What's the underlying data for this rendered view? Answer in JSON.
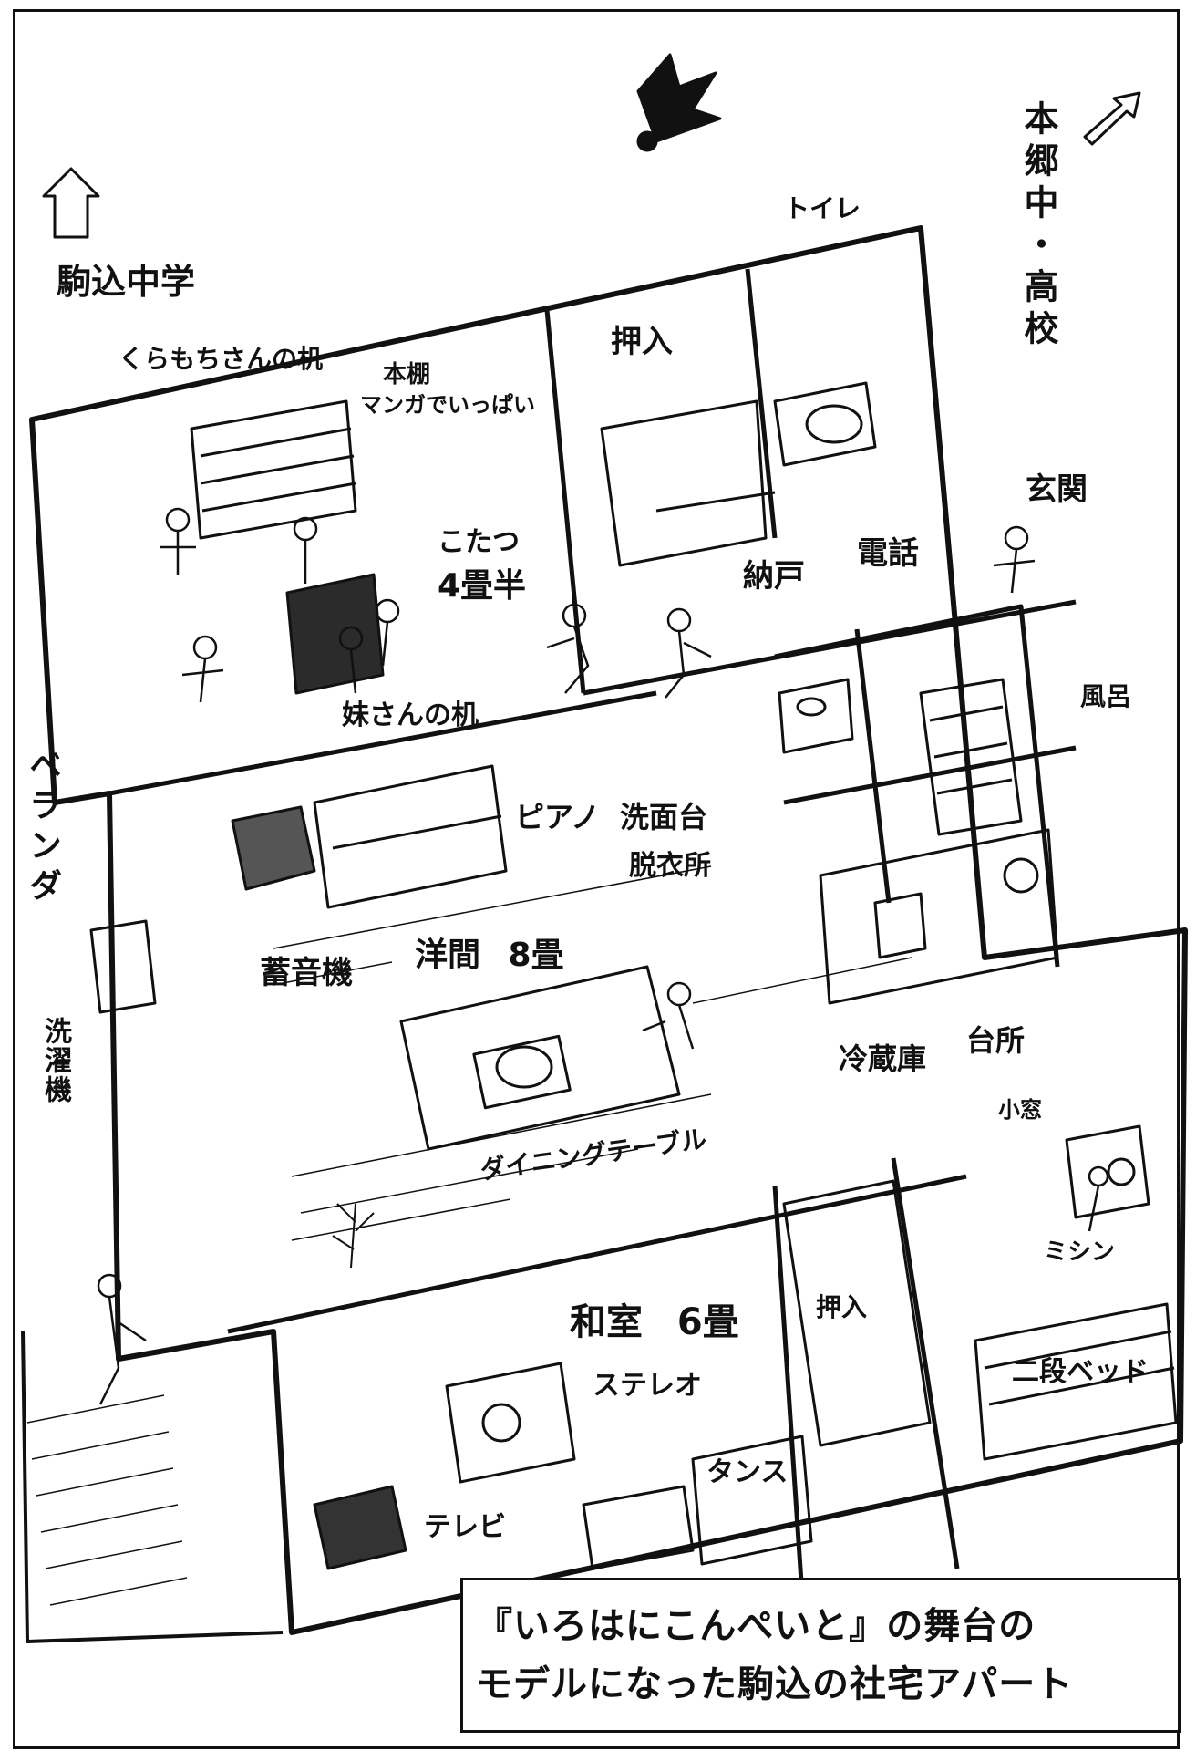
{
  "compass": {
    "icon": "north-arrow-icon"
  },
  "directions": {
    "komagome_middle": "駒込中学",
    "hongo_school": "本郷中・高校"
  },
  "rooms": {
    "toilet": "トイレ",
    "closet_north": "押入",
    "entrance": "玄関",
    "storage": "納戸",
    "telephone": "電話",
    "kotatsu": "こたつ",
    "room_45": "4畳半",
    "kuramochi_desk": "くらもちさんの机",
    "bookshelf": "本棚",
    "manga": "マンガでいっぱい",
    "sister_desk": "妹さんの机",
    "veranda": "ベランダ",
    "bath": "風呂",
    "washbasin": "洗面台",
    "dressing": "脱衣所",
    "piano": "ピアノ",
    "phonograph": "蓄音機",
    "western_room": "洋間 8畳",
    "fridge": "冷蔵庫",
    "kitchen": "台所",
    "small_window": "小窓",
    "washing_machine": "洗濯機",
    "dining_table": "ダイニングテーブル",
    "sewing_machine": "ミシン",
    "japanese_room": "和室 6畳",
    "closet_south": "押入",
    "stereo": "ステレオ",
    "bunk_bed": "二段ベッド",
    "tansu": "タンス",
    "tv": "テレビ"
  },
  "caption": {
    "line1": "『いろはにこんぺいと』の舞台の",
    "line2": "モデルになった駒込の社宅アパート"
  },
  "colors": {
    "ink": "#111111",
    "paper": "#ffffff",
    "shade": "#333333"
  }
}
